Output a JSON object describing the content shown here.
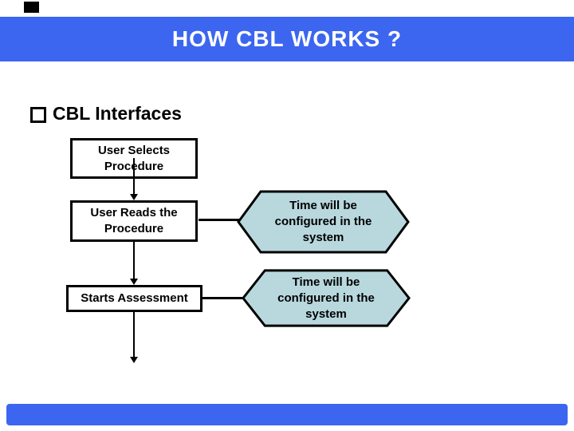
{
  "slide": {
    "title": "HOW CBL WORKS ?",
    "bullet": {
      "label": "CBL Interfaces"
    },
    "flow": {
      "boxes": [
        {
          "label": "User Selects Procedure"
        },
        {
          "label": "User Reads the Procedure"
        },
        {
          "label": "Starts Assessment"
        }
      ],
      "callouts": [
        {
          "label": "Time will be configured in the system"
        },
        {
          "label": "Time will be configured in the system"
        }
      ]
    },
    "colors": {
      "header_bg": "#3c66f0",
      "header_text": "#ffffff",
      "callout_fill": "#b8d8de",
      "outline": "#000000",
      "accent_block": "#000000",
      "bottom_bar": "#3c66f0"
    }
  }
}
